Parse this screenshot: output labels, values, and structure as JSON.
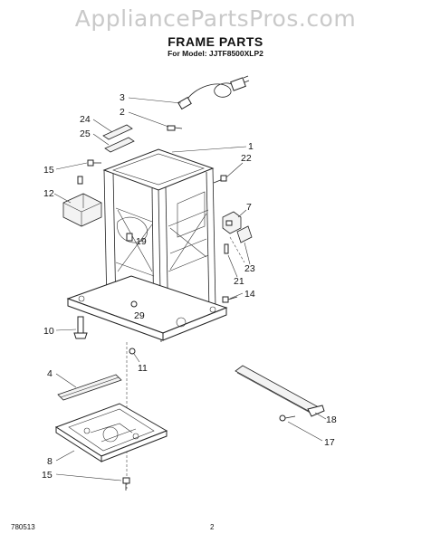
{
  "watermark": "AppliancePartsPros.com",
  "title": "FRAME PARTS",
  "subtitle": "For Model: JJTF8500XLP2",
  "footer": {
    "code": "780513",
    "page": "2"
  },
  "callouts": {
    "c1": "1",
    "c2": "2",
    "c3": "3",
    "c4": "4",
    "c7": "7",
    "c8": "8",
    "c10": "10",
    "c11": "11",
    "c12": "12",
    "c14": "14",
    "c15a": "15",
    "c15b": "15",
    "c17": "17",
    "c18": "18",
    "c19": "19",
    "c21": "21",
    "c22": "22",
    "c23": "23",
    "c24": "24",
    "c25": "25",
    "c29": "29"
  }
}
